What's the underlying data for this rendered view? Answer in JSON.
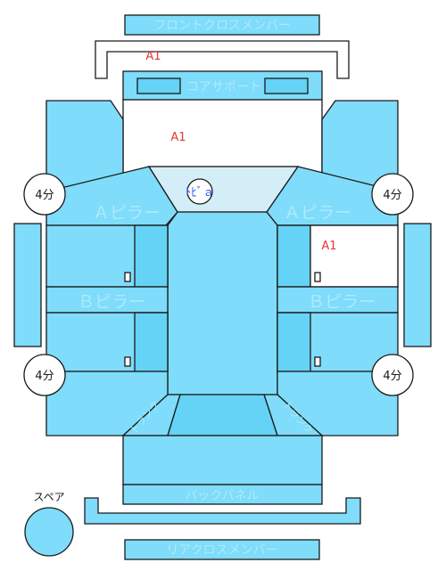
{
  "colors": {
    "part_fill": "#7fdcfb",
    "part_fill_dark": "#64d3f5",
    "windshield_fill": "#d4eef8",
    "stroke": "#1a1a1a",
    "label_text": "#aeeafc",
    "alert_text": "#e53935",
    "blue_text": "#2255ee"
  },
  "panels": {
    "front_cross_member": "フロントクロスメンバー",
    "core_support": "コアサポート",
    "a_pillar_left": "Ａピラー",
    "a_pillar_right": "Ａピラー",
    "b_pillar_left": "Ｂピラー",
    "b_pillar_right": "Ｂピラー",
    "back_panel": "バックパネル",
    "rear_cross_member": "リアクロスメンバー",
    "trunk_left": "トランク",
    "trunk_right": "トランク",
    "roof_marker": "ﾄﾋﾞａ"
  },
  "damage_marks": {
    "front_cross_member": "A1",
    "hood": "A1",
    "right_front_door": "A1"
  },
  "wheels": {
    "front_left": "4分",
    "front_right": "4分",
    "rear_left": "4分",
    "rear_right": "4分"
  },
  "spare": {
    "label": "スペア"
  }
}
